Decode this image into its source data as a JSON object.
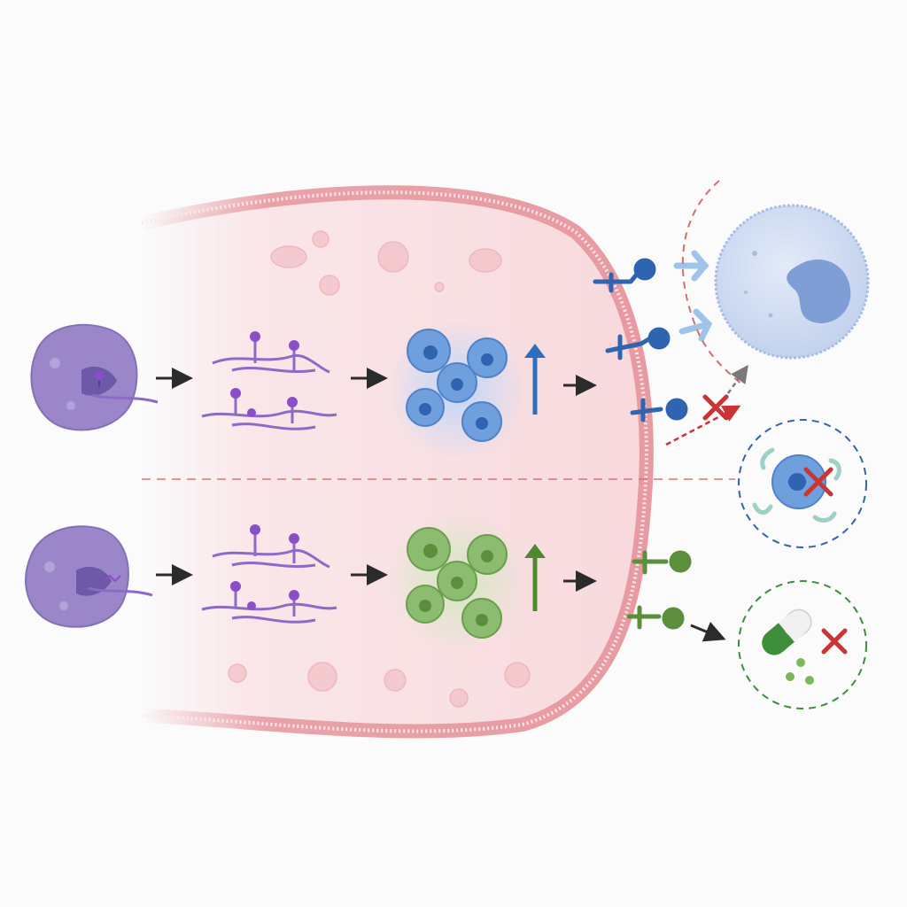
{
  "colors": {
    "background": "#fbfbfc",
    "cytoplasm": "#f9dfe2",
    "membrane": "#e79aa1",
    "writer_enzyme": "#9a86c9",
    "rna": "#8e6ac8",
    "m6a_mark": "#8a4fc6",
    "protein_blue": "#6f9fdd",
    "protein_green": "#8cbc6f",
    "receptor_blue": "#2f64b0",
    "receptor_green": "#5c8f3c",
    "immune_cell": "#c9d7ef",
    "immune_nucleus": "#7f9ed6",
    "arrow_up_blue": "#2b6fc0",
    "arrow_up_green": "#4d8a2f",
    "blocked_x": "#c93434",
    "dashed_red": "#d96c6c",
    "drug_green": "#3e8e3a"
  },
  "diagram": {
    "pathways": [
      {
        "id": "upper",
        "protein_color": "blue",
        "expression": "up",
        "outcome": "immune-evasion",
        "blocked_interaction": "receptor-ligand"
      },
      {
        "id": "lower",
        "protein_color": "green",
        "expression": "up",
        "outcome": "drug-resistance",
        "blocked_interaction": "drug-action"
      }
    ],
    "icons": {
      "enzyme": "rna-modifying-enzyme-icon",
      "rna": "methylated-rna-icon",
      "protein": "protein-cluster-icon",
      "receptor": "membrane-receptor-icon",
      "immune_cell": "immune-cell-icon",
      "drug": "capsule-drug-icon",
      "block": "cross-icon"
    }
  }
}
